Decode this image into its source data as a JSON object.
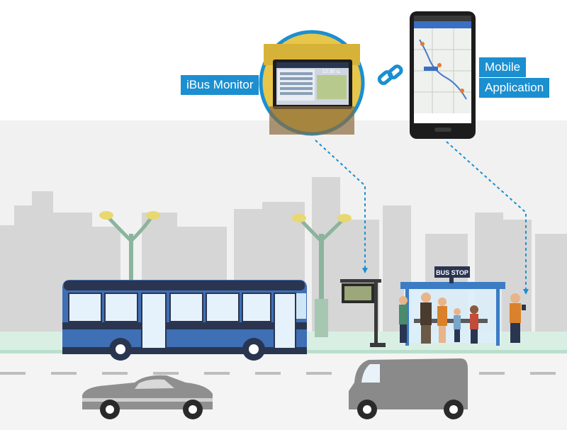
{
  "labels": {
    "ibus_monitor": "iBus Monitor",
    "mobile_line1": "Mobile",
    "mobile_line2": "Application"
  },
  "signs": {
    "bus_stop": "BUS STOP"
  },
  "monitor_screen": {
    "time": "12:30 น."
  },
  "colors": {
    "accent": "#1b8fd0",
    "bus_blue": "#3f6fb5",
    "skyline": "#d4d4d4",
    "road": "#f2f2f2"
  }
}
